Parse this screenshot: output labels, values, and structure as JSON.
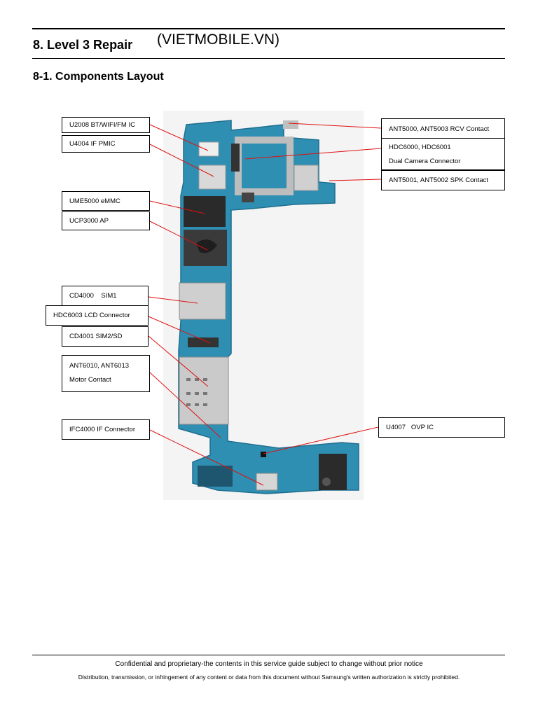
{
  "header": {
    "title": "8. Level 3 Repair",
    "watermark": "(VIETMOBILE.VN)",
    "subtitle": "8-1. Components Layout"
  },
  "callouts_left": [
    {
      "id": "u2008",
      "text": "U2008 BT/WIFI/FM IC"
    },
    {
      "id": "u4004",
      "text": "U4004 IF PMIC"
    },
    {
      "id": "ume5000",
      "text": "UME5000 eMMC"
    },
    {
      "id": "ucp3000",
      "text": "UCP3000 AP"
    },
    {
      "id": "cd4000",
      "text": "CD4000    SIM1"
    },
    {
      "id": "hdc6003",
      "text": "HDC6003 LCD Connector"
    },
    {
      "id": "cd4001",
      "text": "CD4001 SIM2/SD"
    },
    {
      "id": "ant6010",
      "lines": [
        "ANT6010, ANT6013",
        "Motor Contact"
      ]
    },
    {
      "id": "ifc4000",
      "text": "IFC4000 IF Connector"
    }
  ],
  "callouts_right": [
    {
      "id": "ant5000",
      "text": "ANT5000, ANT5003 RCV Contact"
    },
    {
      "id": "hdc6000",
      "lines": [
        "HDC6000, HDC6001",
        "Dual Camera Connector"
      ]
    },
    {
      "id": "ant5001",
      "text": "ANT5001, ANT5002 SPK Contact"
    },
    {
      "id": "u4007",
      "text": "U4007   OVP IC"
    }
  ],
  "colors": {
    "pcb": "#2f8fb2",
    "pcb_dark": "#1f6f8f",
    "callout_line": "#e01010",
    "shield": "#c9c9c9"
  },
  "footer": {
    "line1": "Confidential and proprietary-the contents in this service guide subject to change without prior notice",
    "line2": "Distribution, transmission, or infringement of any content or data from this document without Samsung's written authorization is strictly prohibited."
  }
}
